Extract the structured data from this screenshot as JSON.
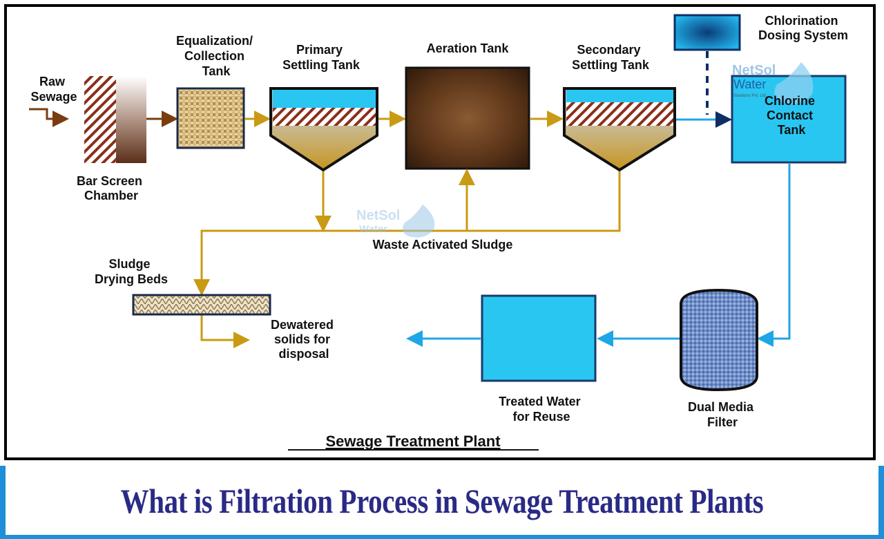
{
  "diagram": {
    "title": "Sewage Treatment Plant",
    "labels": {
      "raw_sewage": [
        "Raw",
        "Sewage"
      ],
      "bar_screen": [
        "Bar Screen",
        "Chamber"
      ],
      "equalization": [
        "Equalization/",
        "Collection",
        "Tank"
      ],
      "primary": [
        "Primary",
        "Settling Tank"
      ],
      "aeration": "Aeration Tank",
      "secondary": [
        "Secondary",
        "Settling Tank"
      ],
      "chlorination": [
        "Chlorination",
        "Dosing System"
      ],
      "chlorine_contact": [
        "Chlorine",
        "Contact",
        "Tank"
      ],
      "waste_sludge": "Waste Activated Sludge",
      "sludge_beds": [
        "Sludge",
        "Drying Beds"
      ],
      "dewatered": [
        "Dewatered",
        "solids for",
        "disposal"
      ],
      "treated_water": [
        "Treated Water",
        "for Reuse"
      ],
      "dual_media": [
        "Dual Media",
        "Filter"
      ]
    },
    "watermark": {
      "brand_top": "NetSol",
      "brand_bottom": "Water",
      "tagline": "Solutions Pvt. Ltd."
    },
    "colors": {
      "sludge_line": "#c99a14",
      "raw_line": "#7a3d10",
      "water_line": "#1ea6e6",
      "cyan_fill": "#29c6f2",
      "hatch": "#8a2f1a"
    }
  },
  "banner": {
    "title": "What is Filtration Process in Sewage Treatment Plants"
  }
}
